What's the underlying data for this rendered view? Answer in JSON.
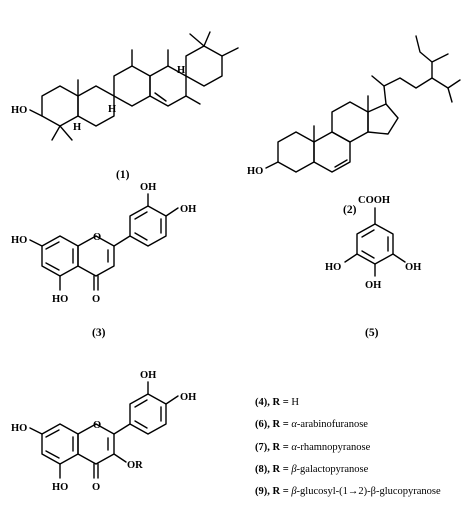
{
  "compounds": [
    {
      "label": "(1)"
    },
    {
      "label": "(2)"
    },
    {
      "label": "(3)"
    },
    {
      "label": "(5)"
    }
  ],
  "atoms": {
    "hydroxyl": "HO",
    "hydroxyl_right": "OH",
    "carboxyl": "COOH",
    "ketone_o": "O",
    "ring_o": "O",
    "ether_or": "OR",
    "hydrogen": "H"
  },
  "substituents": [
    {
      "prefix": "(4), R =",
      "italic": "",
      "rest": "H"
    },
    {
      "prefix": "(6), R =",
      "italic": "α",
      "rest": "-arabinofuranose"
    },
    {
      "prefix": "(7), R =",
      "italic": "α",
      "rest": "-rhamnopyranose"
    },
    {
      "prefix": "(8), R =",
      "italic": "β",
      "rest": "-galactopyranose"
    },
    {
      "prefix": "(9), R =",
      "italic": "β",
      "rest": "-glucosyl-(1→2)-β-glucopyranose"
    }
  ]
}
